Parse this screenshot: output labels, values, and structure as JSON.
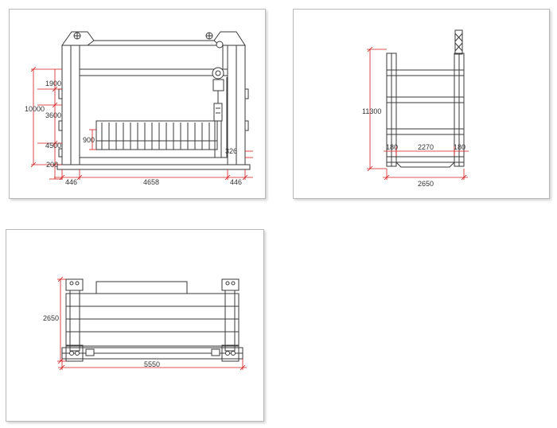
{
  "front_view": {
    "dims": {
      "d1900": "1900",
      "d10000": "10000",
      "d3600": "3600",
      "d4500": "4500",
      "d200": "200",
      "d900": "900",
      "d326": "326",
      "d446_left": "446",
      "d4658": "4658",
      "d446_right": "446"
    }
  },
  "side_view": {
    "dims": {
      "d11300": "11300",
      "d180_left": "180",
      "d2270": "2270",
      "d180_right": "180",
      "d2650": "2650"
    }
  },
  "top_view": {
    "dims": {
      "d2650": "2650",
      "d5550": "5550"
    }
  },
  "colors": {
    "dimension_line": "#d21a1a",
    "machine_line": "#3a3a3a",
    "panel_border": "#b9b9b9"
  }
}
